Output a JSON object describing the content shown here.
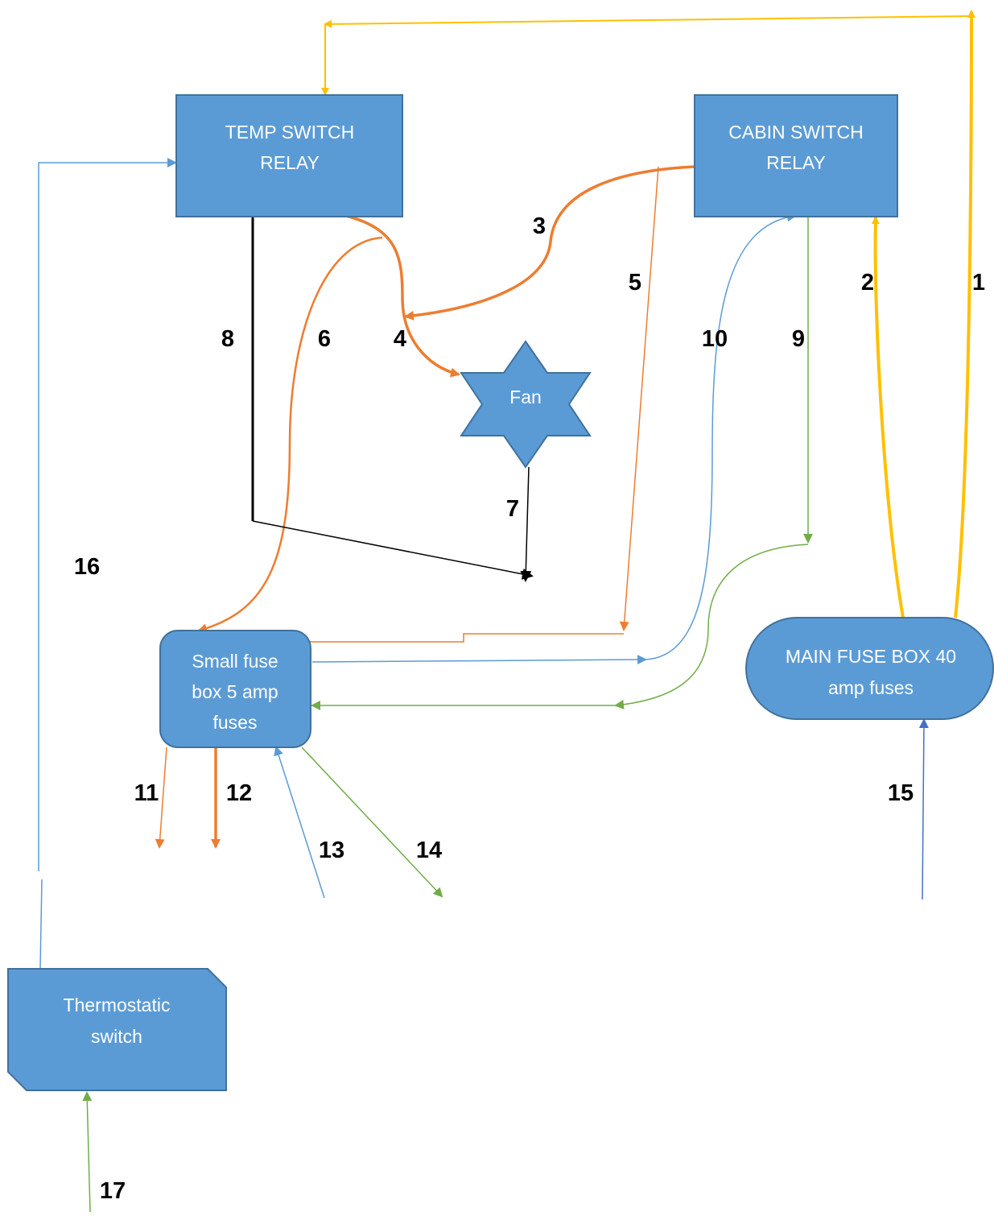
{
  "colors": {
    "box_fill": "#5b9bd5",
    "box_stroke": "#41719c",
    "yellow_wire": "#ffc000",
    "orange_wire": "#ed7d31",
    "blue_wire": "#5b9bd5",
    "green_wire": "#70ad47",
    "black_wire": "#000000",
    "text_on_box": "#ffffff"
  },
  "nodes": {
    "temp_switch_relay": [
      "TEMP SWITCH",
      "RELAY"
    ],
    "cabin_switch_relay": [
      "CABIN SWITCH",
      "RELAY"
    ],
    "fan": "Fan",
    "small_fuse_box": [
      "Small fuse",
      "box 5 amp",
      "fuses"
    ],
    "main_fuse_box": [
      "MAIN FUSE BOX 40",
      "amp fuses"
    ],
    "thermostatic_switch": [
      "Thermostatic",
      "switch"
    ]
  },
  "wire_labels": {
    "w1": "1",
    "w2": "2",
    "w3": "3",
    "w4": "4",
    "w5": "5",
    "w6": "6",
    "w7": "7",
    "w8": "8",
    "w9": "9",
    "w10": "10",
    "w11": "11",
    "w12": "12",
    "w13": "13",
    "w14": "14",
    "w15": "15",
    "w16": "16",
    "w17": "17"
  }
}
